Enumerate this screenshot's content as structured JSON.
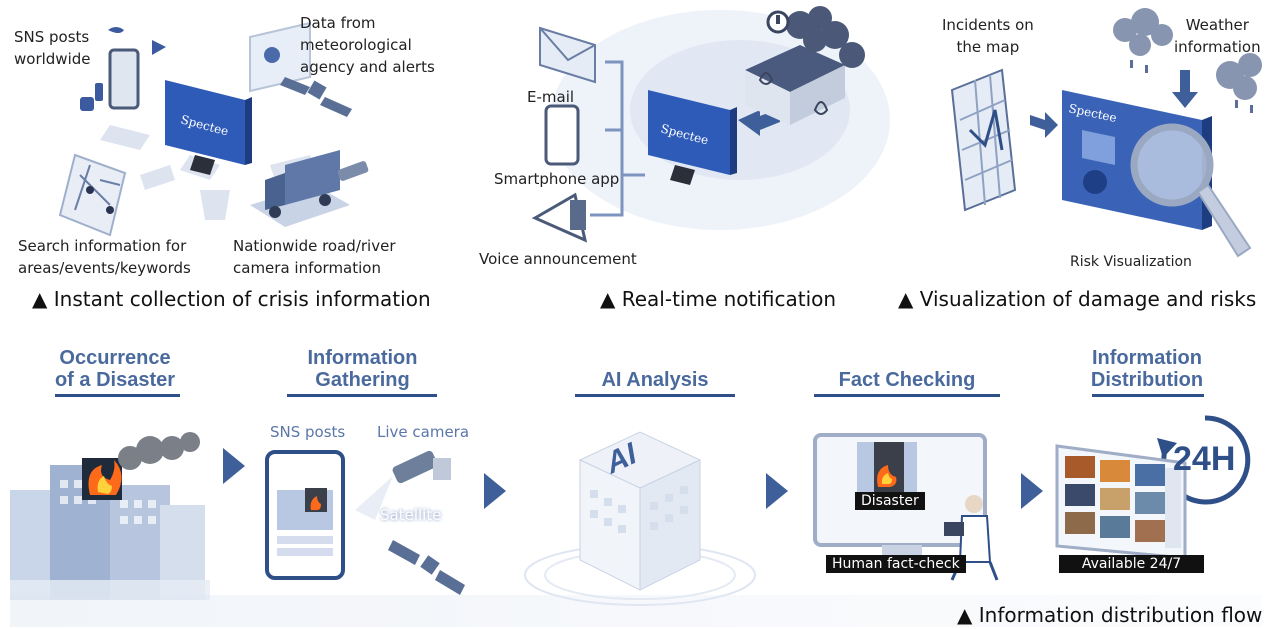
{
  "panel1": {
    "sns_posts": "SNS posts\nworldwide",
    "meteo": "Data from\nmeteorological\nagency and alerts",
    "search_info": "Search information for\nareas/events/keywords",
    "road_river": "Nationwide road/river\ncamera information",
    "monitor_logo": "Spectee",
    "caption": "▲ Instant collection of crisis information"
  },
  "panel2": {
    "email": "E-mail",
    "smartphone": "Smartphone app",
    "voice": "Voice announcement",
    "monitor_logo": "Spectee",
    "caption": "▲ Real-time notification"
  },
  "panel3": {
    "incidents": "Incidents on\nthe map",
    "weather": "Weather\ninformation",
    "risk": "Risk Visualization",
    "monitor_logo": "Spectee",
    "caption": "▲ Visualization of damage and risks"
  },
  "flow": {
    "stages": [
      {
        "title": "Occurrence\nof a Disaster"
      },
      {
        "title": "Information\nGathering"
      },
      {
        "title": "AI Analysis"
      },
      {
        "title": "Fact Checking"
      },
      {
        "title": "Information\nDistribution"
      }
    ],
    "sns_posts": "SNS posts",
    "live_camera": "Live camera",
    "satellite": "Satellite",
    "ai_cube_text": "AI",
    "disaster_tag": "Disaster",
    "human_tag": "Human fact-check",
    "available_tag": "Available 24/7",
    "badge_24h": "24H",
    "caption": "▲ Information distribution flow"
  },
  "colors": {
    "accent_blue": "#2f4f88",
    "title_blue": "#4a6a9e",
    "monitor_blue": "#3a63b8",
    "arrow_blue": "#3f5f9a"
  }
}
